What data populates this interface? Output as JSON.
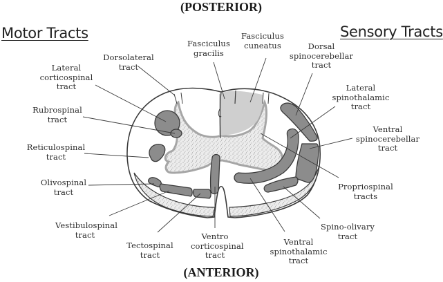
{
  "orientation": {
    "top": "(POSTERIOR)",
    "bottom": "(ANTERIOR)"
  },
  "headings": {
    "motor": "Motor Tracts",
    "sensory": "Sensory Tracts"
  },
  "labels": {
    "dorsolateral": "Dorsolateral\ntract",
    "lateral_corticospinal": "Lateral\ncorticospinal\ntract",
    "rubrospinal": "Rubrospinal\ntract",
    "reticulospinal": "Reticulospinal\ntract",
    "olivospinal": "Olivospinal\ntract",
    "vestibulospinal": "Vestibulospinal\ntract",
    "tectospinal": "Tectospinal\ntract",
    "ventro_corticospinal": "Ventro\ncorticospinal\ntract",
    "fasciculus_gracilis": "Fasciculus\ngracilis",
    "fasciculus_cuneatus": "Fasciculus\ncuneatus",
    "dorsal_spinocerebellar": "Dorsal\nspinocerebellar\ntract",
    "lateral_spinothalamic": "Lateral\nspinothalamic\ntract",
    "ventral_spinocerebellar": "Ventral\nspinocerebellar\ntract",
    "propriospinal": "Propriospinal\ntracts",
    "spino_olivary": "Spino-olivary\ntract",
    "ventral_spinothalamic": "Ventral\nspinothalamic\ntract"
  },
  "colors": {
    "tract_fill": "#8c8c8c",
    "dorsal_column_fill": "#cfcfcf",
    "grey_matter_fill": "#ececec",
    "grey_matter_border": "#a6a6a6",
    "outline": "#3a3a3a"
  }
}
